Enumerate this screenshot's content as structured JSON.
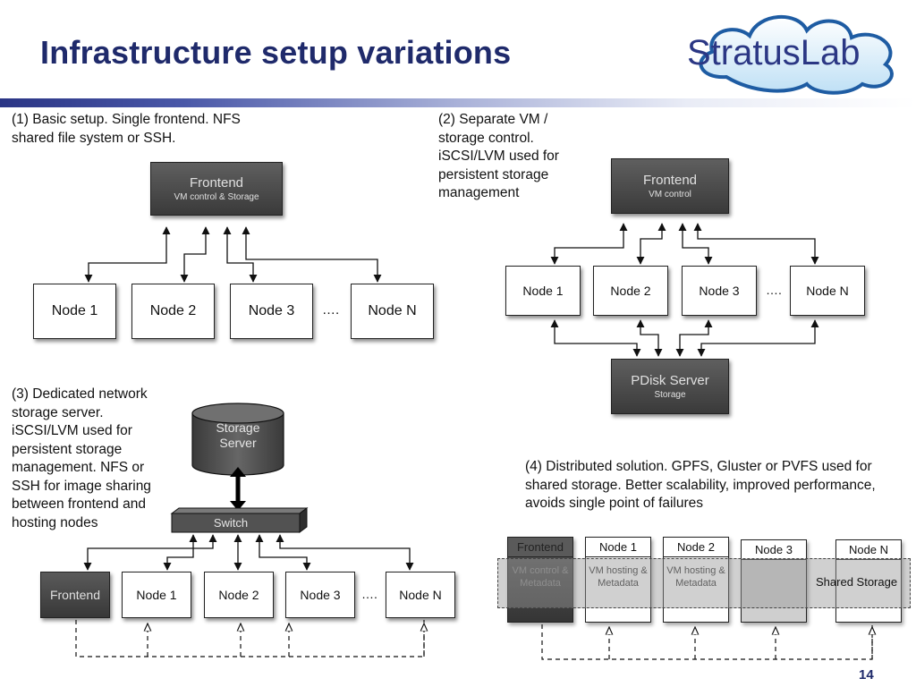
{
  "slide": {
    "title": "Infrastructure setup variations",
    "page_number": "14",
    "logo_text": "StratusLab"
  },
  "setup1": {
    "caption": "(1) Basic setup. Single frontend. NFS shared file system or SSH.",
    "frontend_title": "Frontend",
    "frontend_sub": "VM control & Storage",
    "nodes": [
      "Node 1",
      "Node 2",
      "Node 3",
      "Node N"
    ],
    "ellipsis": "…."
  },
  "setup2": {
    "caption": "(2) Separate VM / storage control. iSCSI/LVM used for persistent storage management",
    "frontend_title": "Frontend",
    "frontend_sub": "VM control",
    "nodes": [
      "Node 1",
      "Node 2",
      "Node 3",
      "Node N"
    ],
    "ellipsis": "….",
    "pdisk_title": "PDisk Server",
    "pdisk_sub": "Storage"
  },
  "setup3": {
    "caption": "(3) Dedicated network storage server. iSCSI/LVM used for persistent storage management. NFS or SSH for image sharing between frontend and hosting nodes",
    "storage_server": "Storage Server",
    "switch": "Switch",
    "frontend": "Frontend",
    "nodes": [
      "Node 1",
      "Node 2",
      "Node 3",
      "Node N"
    ],
    "ellipsis": "…."
  },
  "setup4": {
    "caption": "(4) Distributed solution. GPFS, Gluster or PVFS used for shared storage. Better scalability, improved performance, avoids single point of failures",
    "columns": [
      {
        "head": "Frontend",
        "body": "VM control & Metadata"
      },
      {
        "head": "Node 1",
        "body": "VM hosting & Metadata"
      },
      {
        "head": "Node 2",
        "body": "VM hosting & Metadata"
      },
      {
        "head": "Node 3",
        "body": ""
      },
      {
        "head": "Node N",
        "body": ""
      }
    ],
    "shared_storage": "Shared Storage"
  }
}
